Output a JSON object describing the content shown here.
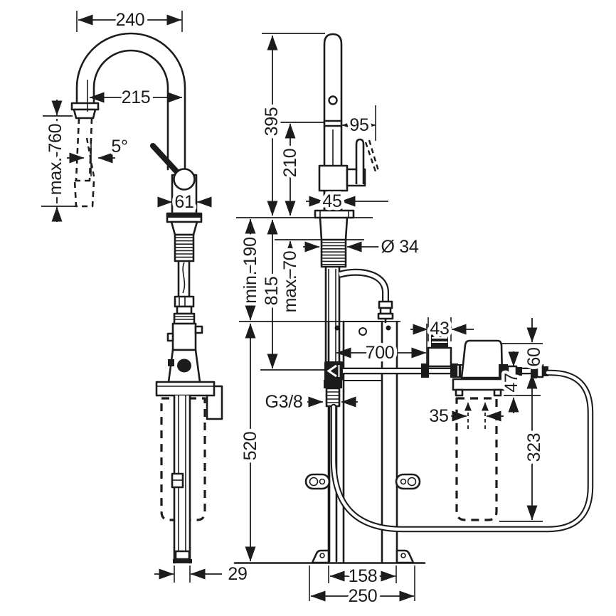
{
  "colors": {
    "line": "#1c1c1c",
    "background": "#ffffff"
  },
  "side_view": {
    "spout_width": "240",
    "spout_reach": "215",
    "hose_extension": "max. 760",
    "spray_angle": "5°",
    "body_depth": "61",
    "post_depth": "29"
  },
  "front_view": {
    "total_height": "395",
    "spout_outlet_height": "210",
    "handle_projection": "95",
    "body_width": "45",
    "shank_diameter": "Ø 34",
    "min_clearance": "min. 190",
    "supply_height": "815",
    "max_counter_thickness": "max. 70",
    "hose_run": "700",
    "valve_width": "43",
    "filter_head_height": "60",
    "bracket_drop": "47",
    "port_spacing": "35",
    "cartridge_length": "323",
    "thread_label": "G3/8",
    "frame_height": "520",
    "foot_inner_width": "158",
    "foot_outer_width": "250"
  }
}
